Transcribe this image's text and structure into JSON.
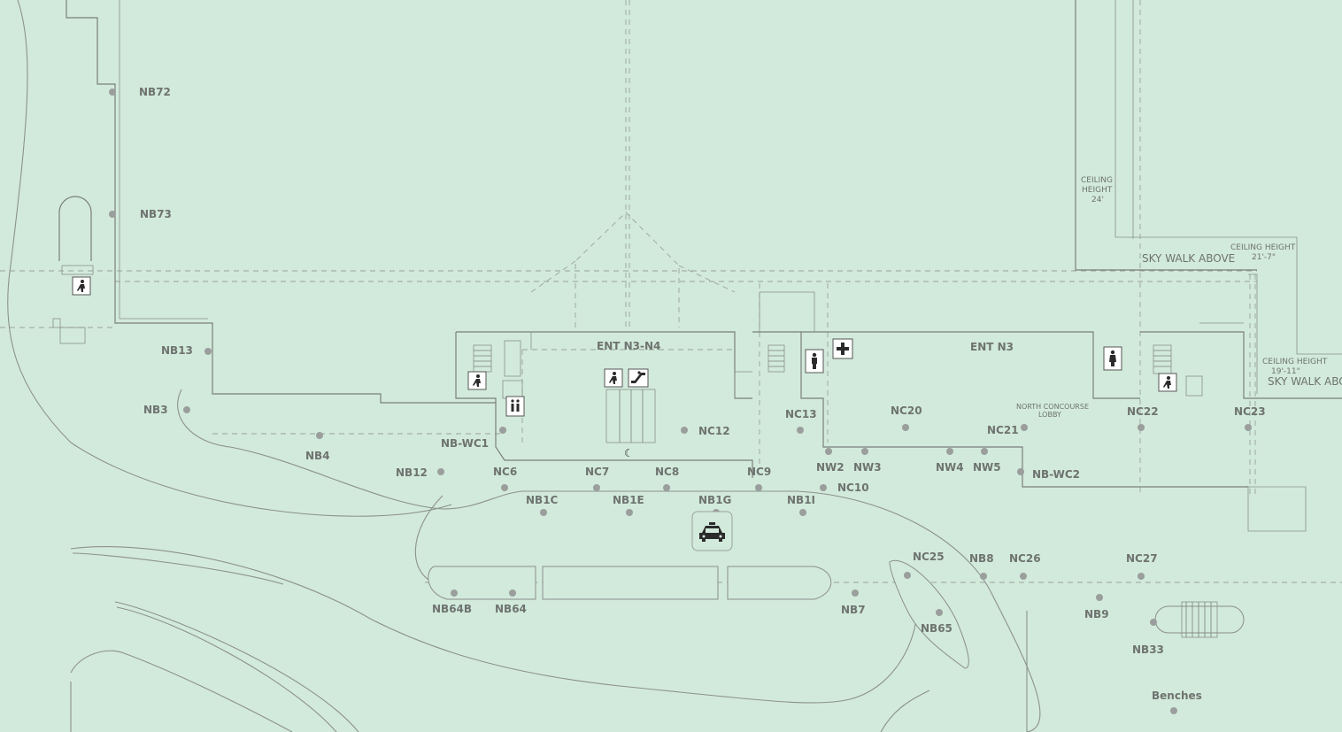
{
  "colors": {
    "background": "#d2eadb",
    "walls": "#7a7f7c",
    "labels": "#6e7370",
    "markers": "#9a9e9c"
  },
  "areas": {
    "ent_n3_n4": "ENT N3-N4",
    "ent_n3": "ENT N3",
    "north_concourse_lobby_1": "NORTH CONCOURSE",
    "north_concourse_lobby_2": "LOBBY",
    "sky_walk_above_1": "SKY WALK ABOVE",
    "sky_walk_above_2": "SKY WALK ABO",
    "ceiling_a_1": "CEILING",
    "ceiling_a_2": "HEIGHT",
    "ceiling_a_3": "24'",
    "ceiling_b_1": "CEILING HEIGHT",
    "ceiling_b_2": "21'-7\"",
    "ceiling_c_1": "CEILING  HEIGHT",
    "ceiling_c_2": "19'-11\""
  },
  "points": {
    "NB72": "NB72",
    "NB73": "NB73",
    "NB13": "NB13",
    "NB3": "NB3",
    "NB4": "NB4",
    "NB12": "NB12",
    "NB_WC1": "NB-WC1",
    "NC6": "NC6",
    "NC7": "NC7",
    "NC8": "NC8",
    "NC9": "NC9",
    "NC10": "NC10",
    "NC12": "NC12",
    "NC13": "NC13",
    "NW2": "NW2",
    "NW3": "NW3",
    "NW4": "NW4",
    "NW5": "NW5",
    "NC20": "NC20",
    "NC21": "NC21",
    "NB_WC2": "NB-WC2",
    "NC22": "NC22",
    "NC23": "NC23",
    "NB1C": "NB1C",
    "NB1E": "NB1E",
    "NB1G": "NB1G",
    "NB1I": "NB1I",
    "NB64B": "NB64B",
    "NB64": "NB64",
    "NB7": "NB7",
    "NC25": "NC25",
    "NB8": "NB8",
    "NC26": "NC26",
    "NC27": "NC27",
    "NB65": "NB65",
    "NB9": "NB9",
    "NB33": "NB33",
    "Benches": "Benches"
  },
  "icons": [
    "escalator-up-icon",
    "stairs-walk-icon",
    "elevator-icon",
    "restroom-icon",
    "first-aid-icon",
    "taxi-icon",
    "phone-icon"
  ]
}
